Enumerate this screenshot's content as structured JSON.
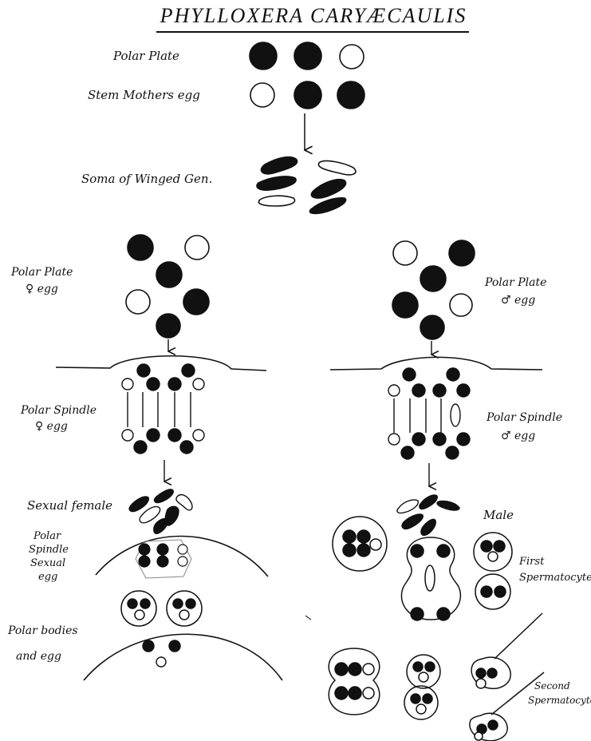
{
  "title": "PHYLLOXERA CARYÆCAULIS",
  "labels": {
    "polar_plate_top": "Polar Plate",
    "stem_mothers_egg": "Stem Mothers egg",
    "soma_winged": "Soma of Winged Gen.",
    "polar_plate_female_1": "Polar Plate",
    "polar_plate_female_2": "♀ egg",
    "polar_plate_male_1": "Polar Plate",
    "polar_plate_male_2": "♂ egg",
    "polar_spindle_female_1": "Polar Spindle",
    "polar_spindle_female_2": "♀ egg",
    "polar_spindle_male_1": "Polar Spindle",
    "polar_spindle_male_2": "♂ egg",
    "sexual_female": "Sexual female",
    "male": "Male",
    "polar_spindle_sexual_1": "Polar",
    "polar_spindle_sexual_2": "Spindle",
    "polar_spindle_sexual_3": "Sexual",
    "polar_spindle_sexual_4": "egg",
    "polar_bodies_1": "Polar bodies",
    "polar_bodies_2": "and egg",
    "first_spermatocyte_1": "First",
    "first_spermatocyte_2": "Spermatocyte",
    "second_spermatocyte_1": "Second",
    "second_spermatocyte_2": "Spermatocyte"
  },
  "colors": {
    "ink": "#111111",
    "paper": "#ffffff"
  }
}
